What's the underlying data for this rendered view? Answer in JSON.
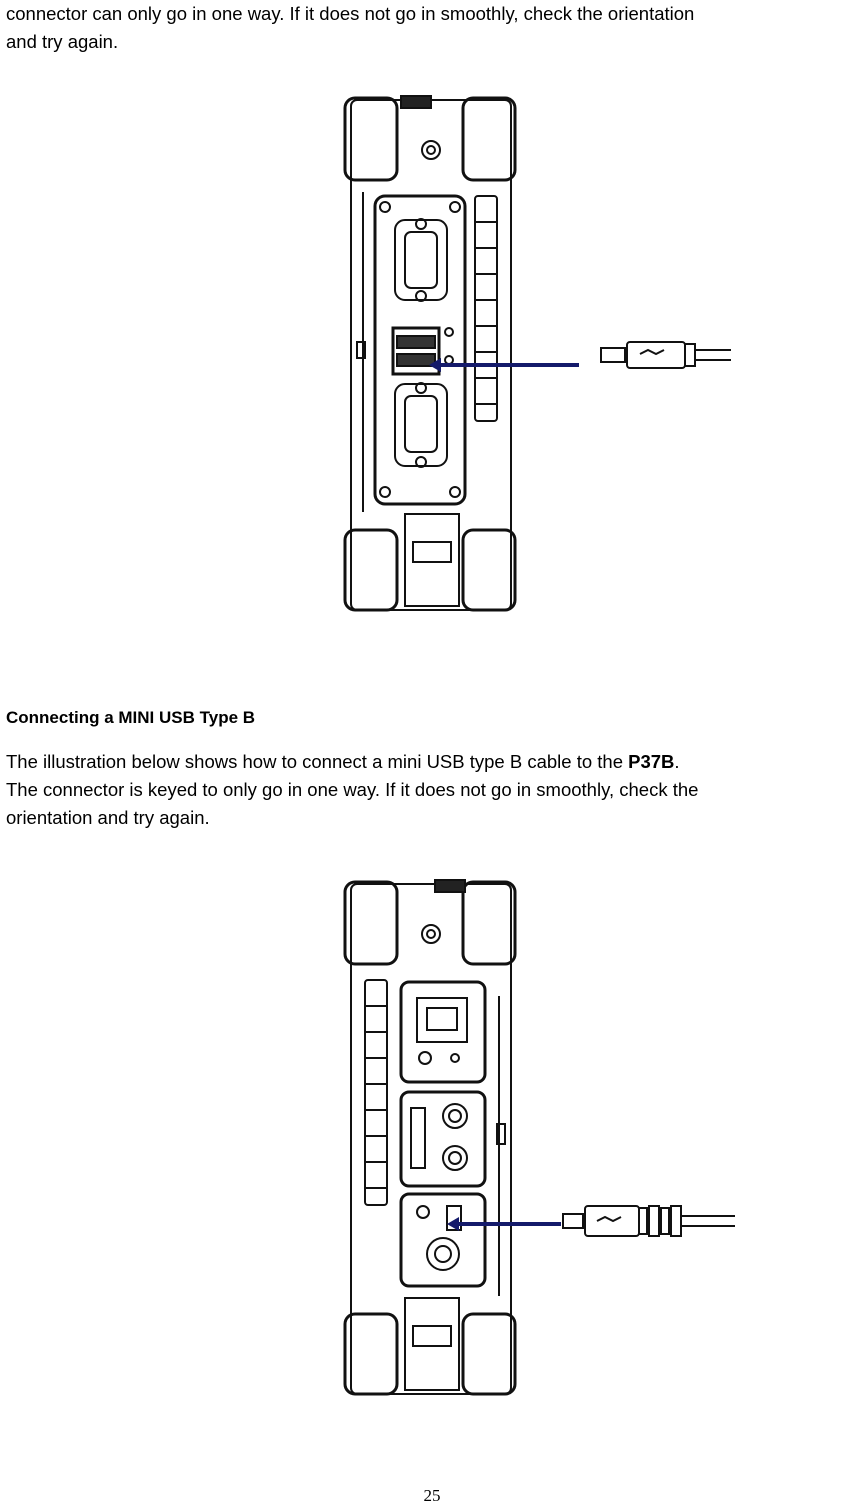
{
  "top_paragraph": {
    "line1": "connector can only go in one way. If it does not go in smoothly, check the orientation",
    "line2": "and try again."
  },
  "section": {
    "heading": "Connecting a MINI USB Type B",
    "line1_prefix": "The illustration below shows how to connect a mini USB type B cable to the ",
    "line1_bold": "P37B",
    "line1_suffix": ".",
    "line2": "The connector is keyed to only go in one way. If it does not go in smoothly, check the",
    "line3": "orientation and try again."
  },
  "figures": [
    {
      "icon": "usb-a-connection-illustration",
      "arrow_color": "#141a6b"
    },
    {
      "icon": "mini-usb-b-connection-illustration",
      "arrow_color": "#141a6b"
    }
  ],
  "page_number": "25"
}
